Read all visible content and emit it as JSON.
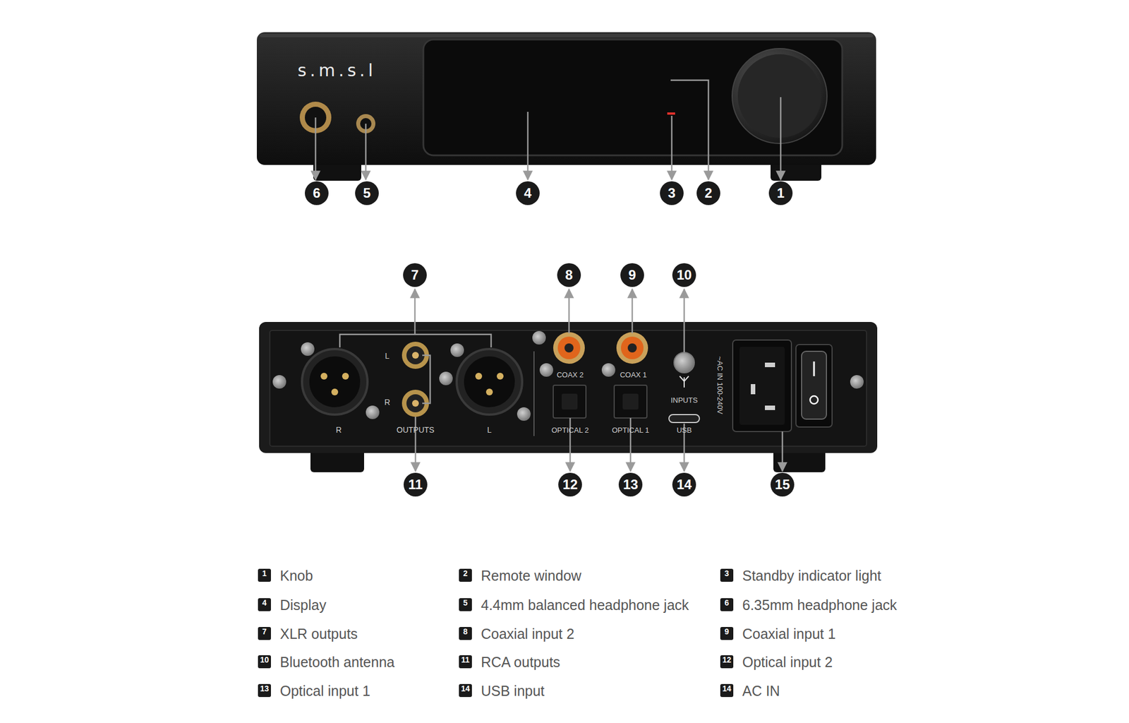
{
  "diagram": {
    "nodes": [
      {
        "text": [
          "6"
        ]
      },
      {
        "text": [
          "5"
        ]
      },
      {
        "text": [
          "4"
        ]
      },
      {
        "text": [
          "3"
        ]
      },
      {
        "text": [
          "2"
        ]
      },
      {
        "text": [
          "1"
        ]
      },
      {
        "text": [
          "7"
        ]
      },
      {
        "text": [
          "8"
        ]
      },
      {
        "text": [
          "9"
        ]
      },
      {
        "text": [
          "10"
        ]
      },
      {
        "text": [
          "11"
        ]
      },
      {
        "text": [
          "12"
        ]
      },
      {
        "text": [
          "13"
        ]
      },
      {
        "text": [
          "14"
        ]
      },
      {
        "text": [
          "15"
        ]
      },
      {
        "text": [
          "1",
          "Knob"
        ]
      },
      {
        "text": [
          "2",
          "Remote window"
        ]
      },
      {
        "text": [
          "3",
          "Standby indicator light"
        ]
      },
      {
        "text": [
          "4",
          "Display"
        ]
      },
      {
        "text": [
          "5",
          "4.4mm balanced headphone jack"
        ]
      },
      {
        "text": [
          "6",
          "6.35mm headphone jack"
        ]
      },
      {
        "text": [
          "7",
          "XLR outputs"
        ]
      },
      {
        "text": [
          "8",
          "Coaxial input 2"
        ]
      },
      {
        "text": [
          "9",
          "Coaxial input 1"
        ]
      },
      {
        "text": [
          "10",
          "Bluetooth antenna"
        ]
      },
      {
        "text": [
          "11",
          "RCA outputs"
        ]
      },
      {
        "text": [
          "12",
          "Optical input 2"
        ]
      },
      {
        "text": [
          "13",
          "Optical input 1"
        ]
      },
      {
        "text": [
          "14",
          "USB input"
        ]
      },
      {
        "text": [
          "14",
          "AC IN"
        ]
      }
    ],
    "labels": [
      "s.m.s.l",
      "L",
      "R",
      "R",
      "OUTPUTS",
      "L",
      "COAX 2",
      "COAX 1",
      "INPUTS",
      "OPTICAL 2",
      "OPTICAL 1",
      "USB",
      "~AC IN 100-240V"
    ]
  }
}
